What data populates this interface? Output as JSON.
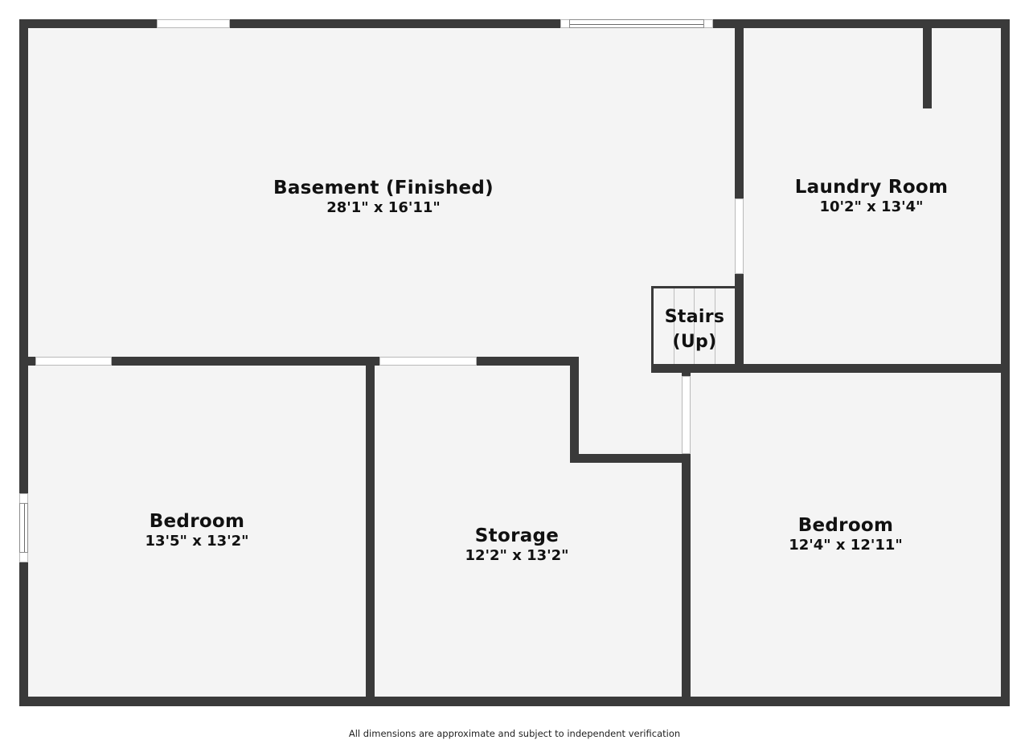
{
  "floor_plan": {
    "colors": {
      "wall": "#3a3a3a",
      "floor": "#f4f4f4",
      "window": "#ffffff",
      "text": "#111111"
    },
    "rooms": [
      {
        "name": "Basement (Finished)",
        "dimensions": "28'1\" x 16'11\""
      },
      {
        "name": "Laundry Room",
        "dimensions": "10'2\" x 13'4\""
      },
      {
        "name": "Stairs",
        "sub": "(Up)"
      },
      {
        "name": "Bedroom",
        "dimensions": "13'5\" x 13'2\""
      },
      {
        "name": "Storage",
        "dimensions": "12'2\" x 13'2\""
      },
      {
        "name": "Bedroom",
        "dimensions": "12'4\" x 12'11\""
      }
    ],
    "footer_note": "All dimensions are approximate and subject to independent verification"
  }
}
